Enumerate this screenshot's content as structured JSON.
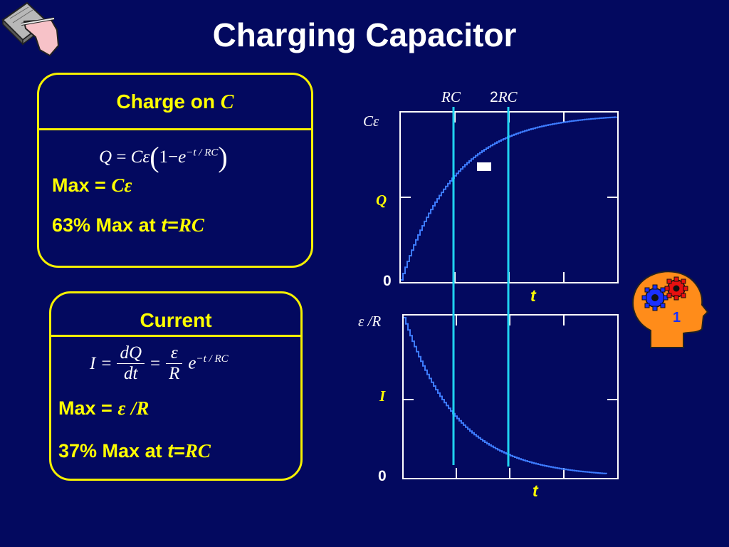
{
  "title": "Charging Capacitor",
  "charge_box": {
    "heading": "Charge on",
    "heading_var": "C",
    "formula_Q": "Q",
    "formula_eq": "=",
    "formula_Ce": "Cε",
    "formula_one": "1",
    "formula_minus": "−",
    "formula_e": "e",
    "formula_exp": "−t / RC",
    "max_label": "Max =",
    "max_value": "Cε",
    "pct_label": "63% Max at",
    "pct_t": "t",
    "pct_eq": "=",
    "pct_rc": "RC"
  },
  "current_box": {
    "heading": "Current",
    "formula_I": "I",
    "formula_eq1": "=",
    "frac1_num": "dQ",
    "frac1_den": "dt",
    "formula_eq2": "=",
    "frac2_num": "ε",
    "frac2_den": "R",
    "formula_e": "e",
    "formula_exp": "−t / RC",
    "max_label": "Max =",
    "max_eps": "ε",
    "max_r": "/R",
    "pct_label": "37% Max at",
    "pct_t": "t",
    "pct_eq": "=",
    "pct_rc": "RC"
  },
  "graph_labels": {
    "rc": "RC",
    "two": "2",
    "two_rc": "RC",
    "top_max": "Cε",
    "top_y": "Q",
    "top_zero": "0",
    "top_x": "t",
    "bottom_max": "ε /R",
    "bottom_y": "I",
    "bottom_zero": "0",
    "bottom_x": "t"
  },
  "head_icon": {
    "number": "1"
  },
  "colors": {
    "background": "#03095f",
    "accent": "#ffff00",
    "curve": "#3d7bff",
    "marker": "#1fd2f0"
  }
}
